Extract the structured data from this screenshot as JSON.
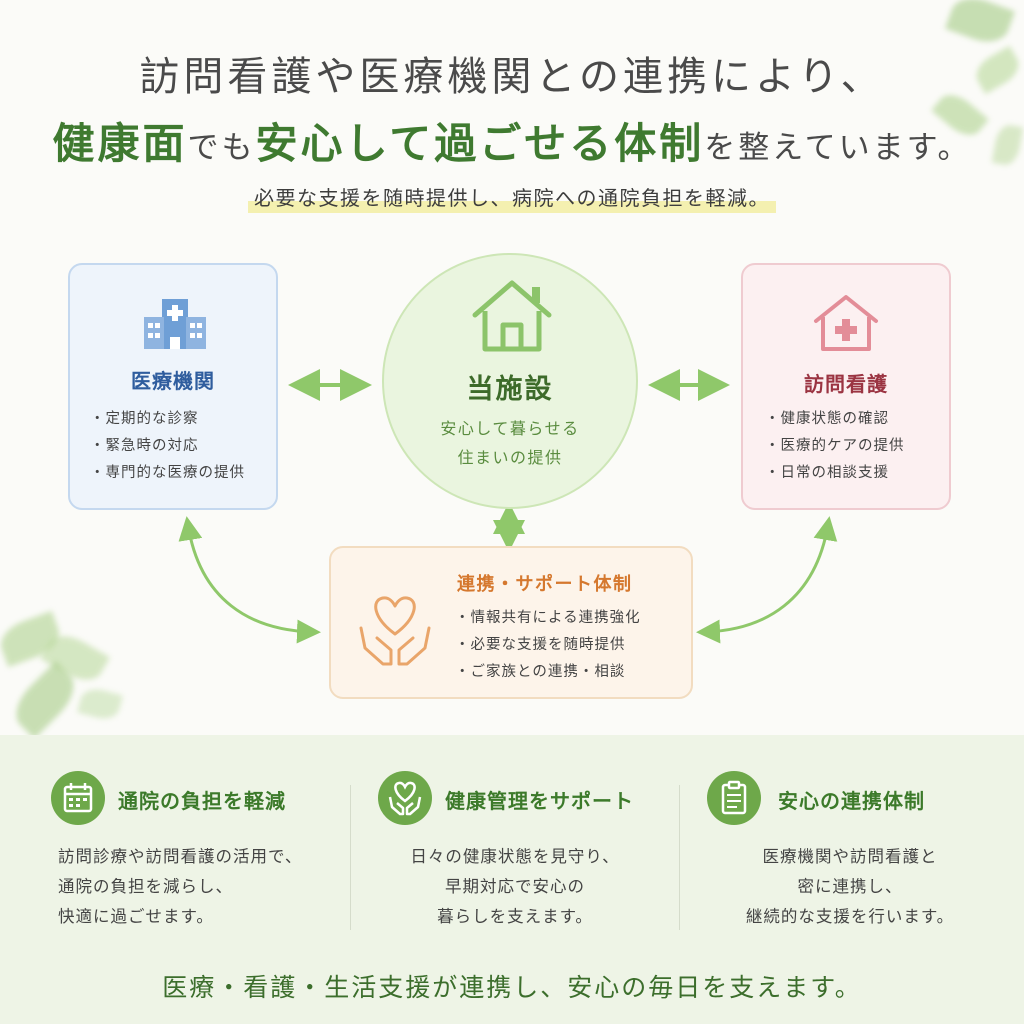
{
  "headline": {
    "line1": "訪問看護や医療機関との連携により、",
    "line2_a": "健康面",
    "line2_b": "でも",
    "line2_c": "安心して過ごせる体制",
    "line2_d": "を整えています。"
  },
  "subheadline": "必要な支援を随時提供し、病院への通院負担を軽減。",
  "diagram": {
    "medical": {
      "title": "医療機関",
      "items": [
        "定期的な診察",
        "緊急時の対応",
        "専門的な医療の提供"
      ],
      "icon": "hospital-icon",
      "color": "#2f5d9e"
    },
    "facility": {
      "title": "当施設",
      "line1": "安心して暮らせる",
      "line2": "住まいの提供",
      "icon": "house-icon",
      "color": "#3d6b2a"
    },
    "nursing": {
      "title": "訪問看護",
      "items": [
        "健康状態の確認",
        "医療的ケアの提供",
        "日常の相談支援"
      ],
      "icon": "medical-house-icon",
      "color": "#9b3442"
    },
    "support": {
      "title": "連携・サポート体制",
      "items": [
        "情報共有による連携強化",
        "必要な支援を随時提供",
        "ご家族との連携・相談"
      ],
      "icon": "hands-heart-icon",
      "color": "#d5782e"
    }
  },
  "features": [
    {
      "icon": "calendar-icon",
      "title": "通院の負担を軽減",
      "lines": [
        "訪問診療や訪問看護の活用で、",
        "通院の負担を減らし、",
        "快適に過ごせます。"
      ]
    },
    {
      "icon": "hands-heart-icon",
      "title": "健康管理をサポート",
      "lines": [
        "日々の健康状態を見守り、",
        "早期対応で安心の",
        "暮らしを支えます。"
      ]
    },
    {
      "icon": "clipboard-icon",
      "title": "安心の連携体制",
      "lines": [
        "医療機関や訪問看護と",
        "密に連携し、",
        "継続的な支援を行います。"
      ]
    }
  ],
  "footer": "医療・看護・生活支援が連携し、安心の毎日を支えます。",
  "colors": {
    "accent_green": "#3f7a30",
    "icon_green": "#6ea84a",
    "arrow_green": "#8fc86a"
  }
}
